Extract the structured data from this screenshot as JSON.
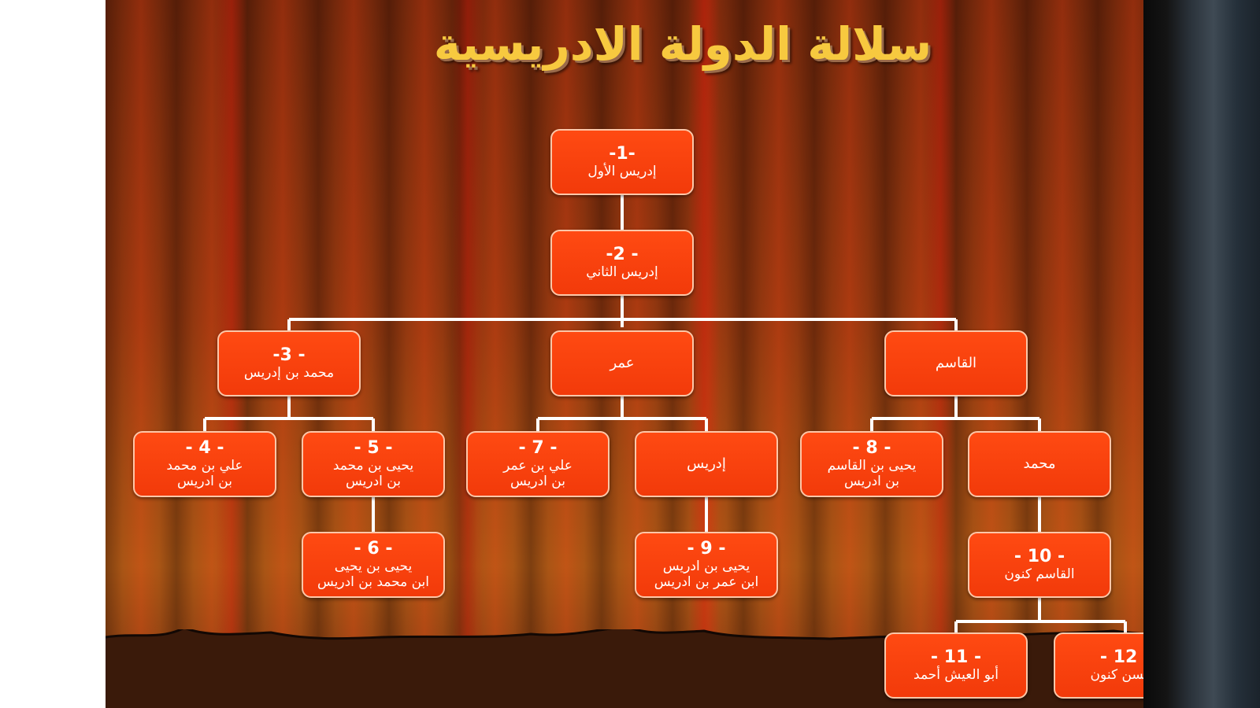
{
  "title": "سلالة الدولة الادريسية",
  "nodes": {
    "n1": {
      "num": "-1-",
      "line1": "إدريس الأول",
      "line2": ""
    },
    "n2": {
      "num": "- 2-",
      "line1": "إدريس الثاني",
      "line2": ""
    },
    "n3": {
      "num": "- 3-",
      "line1": "محمد بن إدريس",
      "line2": ""
    },
    "omar": {
      "num": "",
      "line1": "عمر",
      "line2": ""
    },
    "qasim": {
      "num": "",
      "line1": "القاسم",
      "line2": ""
    },
    "n4": {
      "num": "- 4 -",
      "line1": "علي بن محمد",
      "line2": "بن ادريس"
    },
    "n5": {
      "num": "- 5 -",
      "line1": "يحيى بن محمد",
      "line2": "بن ادريس"
    },
    "n7": {
      "num": "- 7 -",
      "line1": "علي بن عمر",
      "line2": "بن ادريس"
    },
    "idris": {
      "num": "",
      "line1": "إدريس",
      "line2": ""
    },
    "n8": {
      "num": "- 8 -",
      "line1": "يحيى بن القاسم",
      "line2": "بن ادريس"
    },
    "muhammad": {
      "num": "",
      "line1": "محمد",
      "line2": ""
    },
    "n6": {
      "num": "- 6 -",
      "line1": "يحيى بن يحيى",
      "line2": "ابن محمد بن ادريس"
    },
    "n9": {
      "num": "- 9 -",
      "line1": "يحيى بن ادريس",
      "line2": "ابن عمر بن ادريس"
    },
    "n10": {
      "num": "- 10 -",
      "line1": "القاسم كنون",
      "line2": ""
    },
    "n11": {
      "num": "- 11 -",
      "line1": "أبو العيش أحمد",
      "line2": ""
    },
    "n12": {
      "num": "- 12 -",
      "line1": "الحسن كنون",
      "line2": ""
    }
  },
  "colors": {
    "node_fill": "#f23a0a",
    "node_border": "#ffc7a8",
    "connector": "#ffffff",
    "title": "#f7c93f"
  }
}
